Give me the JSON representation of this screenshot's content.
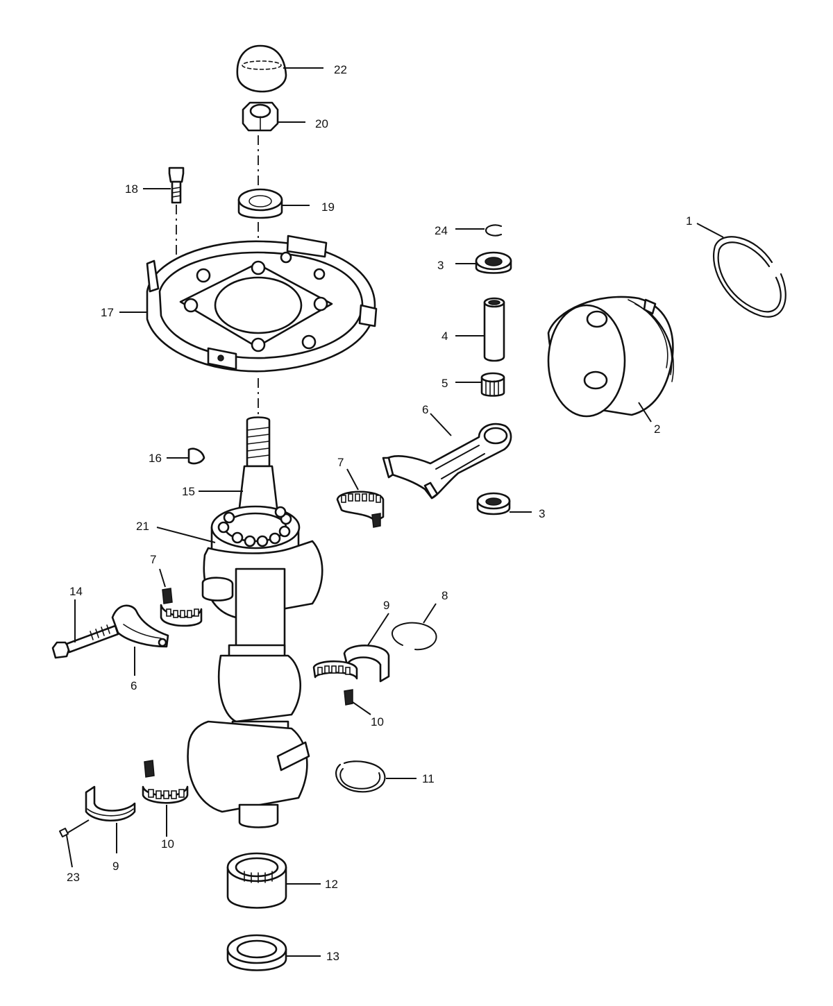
{
  "callouts": {
    "c1": "1",
    "c2": "2",
    "c3a": "3",
    "c3b": "3",
    "c4": "4",
    "c5": "5",
    "c6a": "6",
    "c6b": "6",
    "c7a": "7",
    "c7b": "7",
    "c8": "8",
    "c9a": "9",
    "c9b": "9",
    "c10a": "10",
    "c10b": "10",
    "c11": "11",
    "c12": "12",
    "c13": "13",
    "c14": "14",
    "c15": "15",
    "c16": "16",
    "c17": "17",
    "c18": "18",
    "c19": "19",
    "c20": "20",
    "c21": "21",
    "c22": "22",
    "c23": "23",
    "c24": "24"
  },
  "colors": {
    "ink": "#111111",
    "paper": "#ffffff"
  }
}
